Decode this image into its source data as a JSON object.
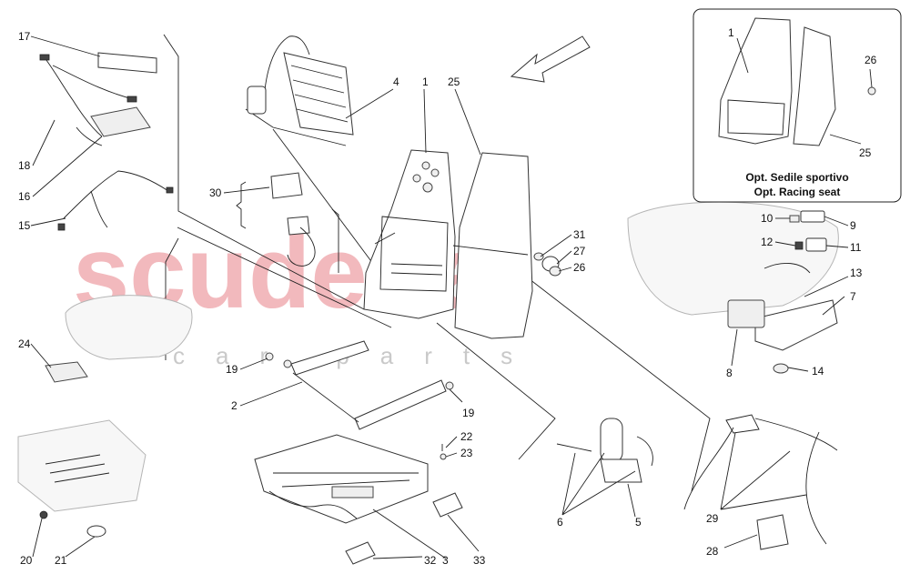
{
  "watermark": {
    "main": "scuderia",
    "sub": "car parts",
    "color": "#f2b9bd"
  },
  "inset": {
    "caption_it": "Opt. Sedile sportivo",
    "caption_en": "Opt. Racing seat"
  },
  "callouts": {
    "c1": "1",
    "c2": "2",
    "c3": "3",
    "c4": "4",
    "c5": "5",
    "c6": "6",
    "c7": "7",
    "c8": "8",
    "c9": "9",
    "c10": "10",
    "c11": "11",
    "c12": "12",
    "c13": "13",
    "c14": "14",
    "c15": "15",
    "c16": "16",
    "c17": "17",
    "c18": "18",
    "c19a": "19",
    "c19b": "19",
    "c20": "20",
    "c21": "21",
    "c22": "22",
    "c23": "23",
    "c24": "24",
    "c25": "25",
    "c26": "26",
    "c27": "27",
    "c28": "28",
    "c29": "29",
    "c30": "30",
    "c31": "31",
    "c32": "32",
    "c33": "33",
    "i1": "1",
    "i25": "25",
    "i26": "26"
  }
}
